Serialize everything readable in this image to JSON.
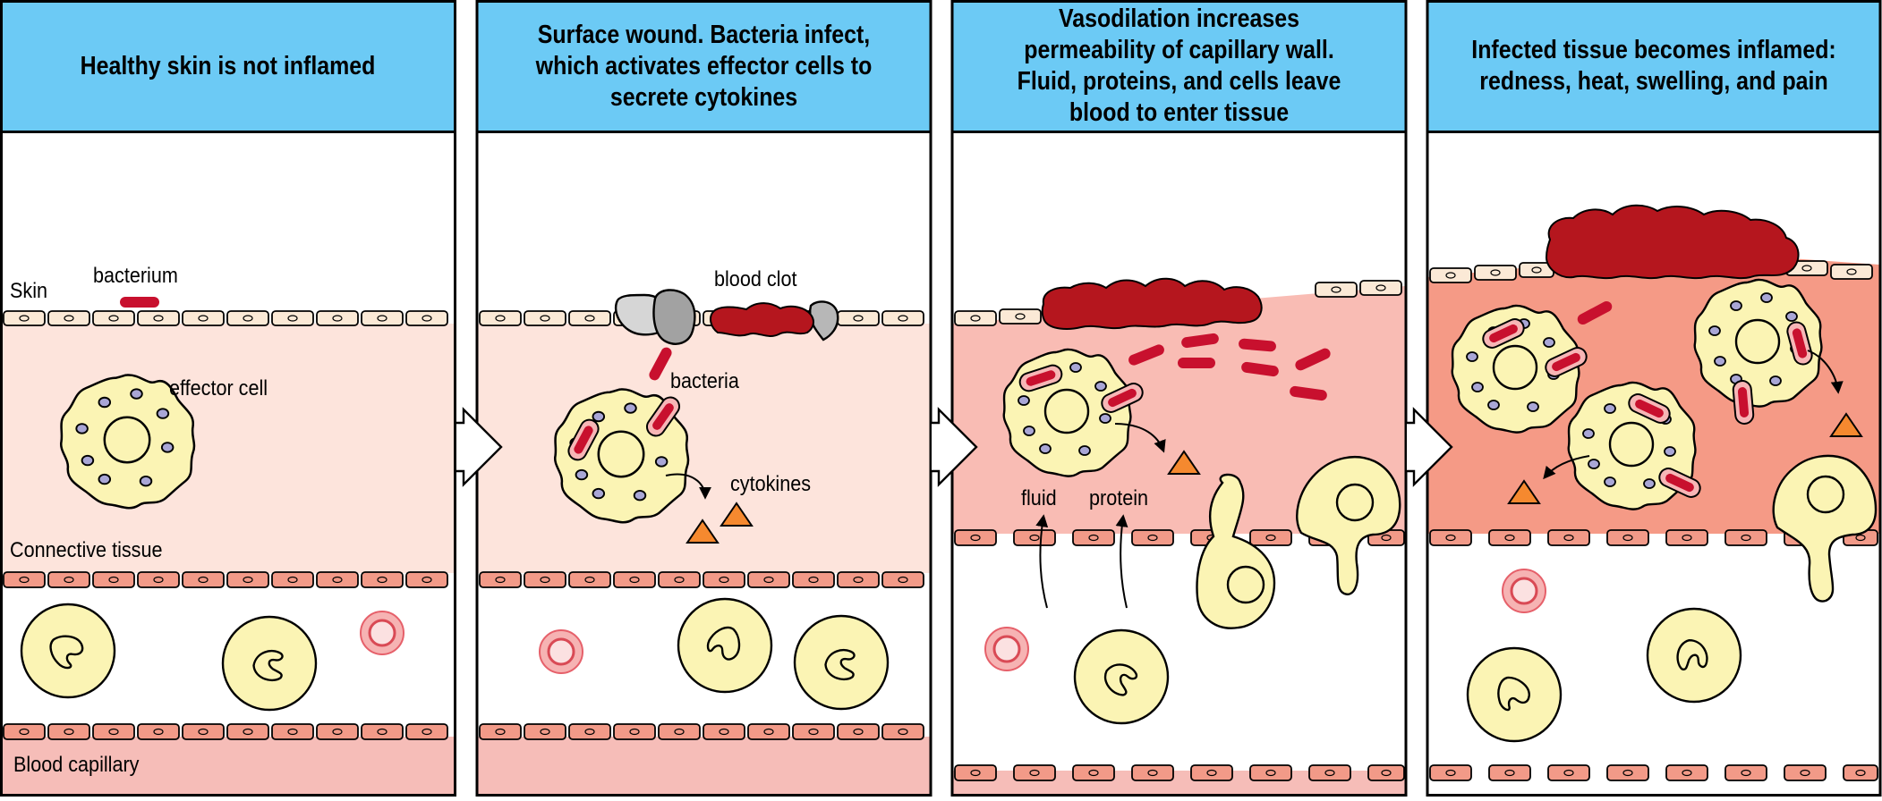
{
  "panels": [
    {
      "title": "Healthy skin is not inflamed"
    },
    {
      "title": "Surface wound. Bacteria infect, which activates effector cells to secrete cytokines"
    },
    {
      "title": "Vasodilation increases permeability of capillary wall. Fluid, proteins, and cells leave blood to enter tissue"
    },
    {
      "title": "Infected tissue becomes inflamed: redness, heat, swelling, and pain"
    }
  ],
  "labels": {
    "skin": "Skin",
    "bacterium": "bacterium",
    "effector_cell": "effector cell",
    "connective_tissue": "Connective tissue",
    "blood_capillary": "Blood capillary",
    "blood_clot": "blood clot",
    "bacteria": "bacteria",
    "cytokines": "cytokines",
    "fluid": "fluid",
    "protein": "protein"
  },
  "colors": {
    "header_bg": "#6ccaf5",
    "skin_cell": "#fbe9d6",
    "connective_tissue": "#fde4dc",
    "tissue_mild": "#f9bcb4",
    "tissue_inflamed": "#f59a86",
    "capillary_wall_cell": "#f29a88",
    "capillary_lumen": "#f6bdb8",
    "effector_cell": "#fbf4b4",
    "bacteria": "#c8102e",
    "blood_clot": "#b5161e",
    "cytokine": "#f5892f",
    "red_blood_cell": "#f08080",
    "granule": "#a9a6d6",
    "scab_gray": "#b7b7b7"
  }
}
